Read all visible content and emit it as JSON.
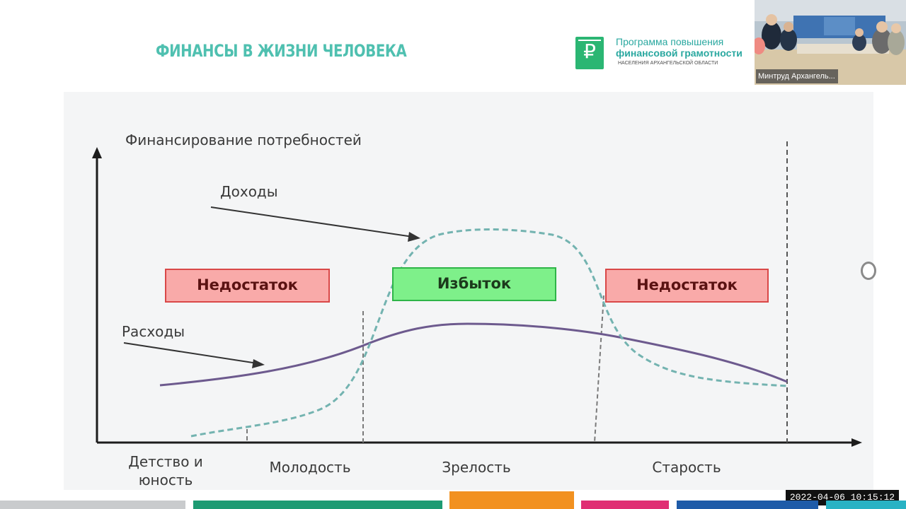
{
  "slide": {
    "title": "ФИНАНСЫ В ЖИЗНИ ЧЕЛОВЕКА"
  },
  "logo": {
    "glyph": "₽",
    "line1": "Программа повышения",
    "line2": "финансовой грамотности",
    "line3": "НАСЕЛЕНИЯ АРХАНГЕЛЬСКОЙ ОБЛАСТИ"
  },
  "webcam": {
    "label": "Минтруд Архангель..."
  },
  "chart_data": {
    "type": "line",
    "ylabel": "Финансирование потребностей",
    "categories": [
      "Детство и юность",
      "Молодость",
      "Зрелость",
      "Старость"
    ],
    "series": [
      {
        "name": "Доходы",
        "style": "dashed",
        "color": "#73b3b0"
      },
      {
        "name": "Расходы",
        "style": "solid",
        "color": "#6d5a8e"
      }
    ],
    "zones": [
      {
        "label": "Недостаток",
        "kind": "deficit",
        "color": "#f9aaa9"
      },
      {
        "label": "Избыток",
        "kind": "surplus",
        "color": "#7ef08a"
      },
      {
        "label": "Недостаток",
        "kind": "deficit",
        "color": "#f9aaa9"
      }
    ]
  },
  "status": {
    "timestamp": "2022-04-06  10:15:12"
  }
}
